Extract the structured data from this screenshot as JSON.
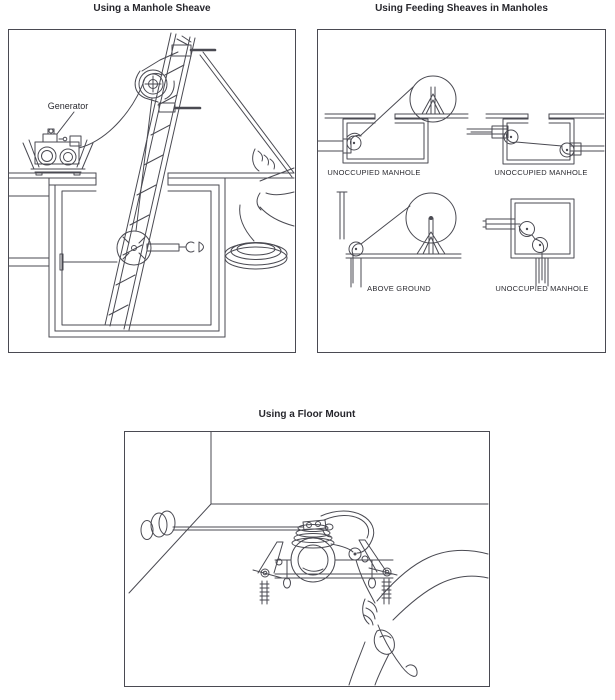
{
  "page": {
    "background": "#ffffff",
    "line_color": "#4a4a52",
    "text_color": "#2b2b31"
  },
  "figures": {
    "manhole_sheave": {
      "title": "Using a Manhole Sheave",
      "callout_generator": "Generator"
    },
    "feeding_sheaves": {
      "title": "Using Feeding Sheaves in Manholes",
      "captions": [
        "UNOCCUPIED MANHOLE",
        "UNOCCUPIED MANHOLE",
        "ABOVE GROUND",
        "UNOCCUPIED MANHOLE"
      ]
    },
    "floor_mount": {
      "title": "Using a Floor Mount"
    }
  }
}
